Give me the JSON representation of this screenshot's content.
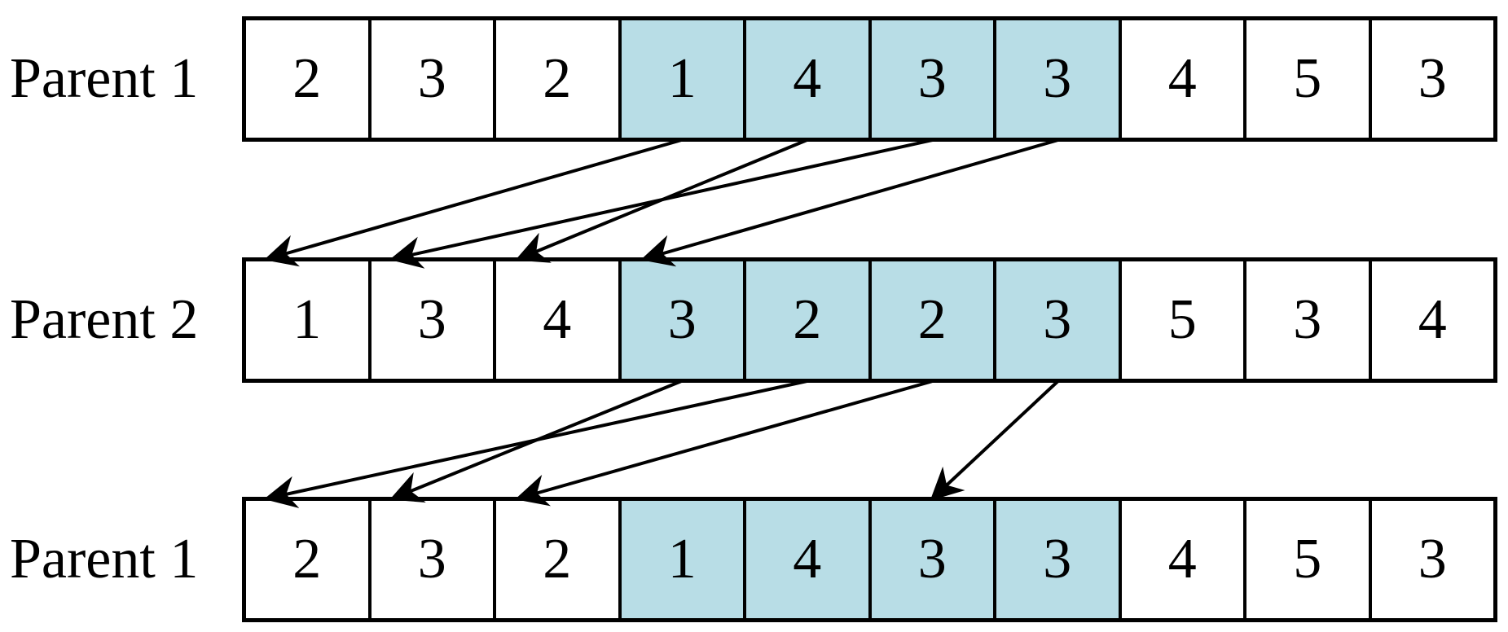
{
  "colors": {
    "segment_fill": "#b8dde6",
    "cell_fill": "#ffffff",
    "stroke": "#000000"
  },
  "rows": [
    {
      "label": "Parent 1",
      "genes": [
        "2",
        "3",
        "2",
        "1",
        "4",
        "3",
        "3",
        "4",
        "5",
        "3"
      ]
    },
    {
      "label": "Parent 2",
      "genes": [
        "1",
        "3",
        "4",
        "3",
        "2",
        "2",
        "3",
        "5",
        "3",
        "4"
      ]
    },
    {
      "label": "Parent 1",
      "genes": [
        "2",
        "3",
        "2",
        "1",
        "4",
        "3",
        "3",
        "4",
        "5",
        "3"
      ]
    }
  ],
  "highlighted_segment": [
    3,
    4,
    5,
    6
  ],
  "arrows": [
    {
      "from_row": 0,
      "from_gene": 3,
      "to_row": 1,
      "to_gene": 0
    },
    {
      "from_row": 0,
      "from_gene": 4,
      "to_row": 1,
      "to_gene": 2
    },
    {
      "from_row": 0,
      "from_gene": 5,
      "to_row": 1,
      "to_gene": 1
    },
    {
      "from_row": 0,
      "from_gene": 6,
      "to_row": 1,
      "to_gene": 3
    },
    {
      "from_row": 1,
      "from_gene": 3,
      "to_row": 2,
      "to_gene": 1
    },
    {
      "from_row": 1,
      "from_gene": 4,
      "to_row": 2,
      "to_gene": 0
    },
    {
      "from_row": 1,
      "from_gene": 5,
      "to_row": 2,
      "to_gene": 2
    },
    {
      "from_row": 1,
      "from_gene": 6,
      "to_row": 2,
      "to_gene": 5
    }
  ]
}
